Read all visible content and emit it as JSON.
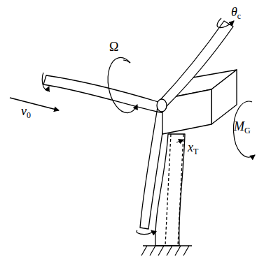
{
  "diagram": {
    "labels": [
      "Ω",
      "θc",
      "v0",
      "MG",
      "xT"
    ]
  }
}
